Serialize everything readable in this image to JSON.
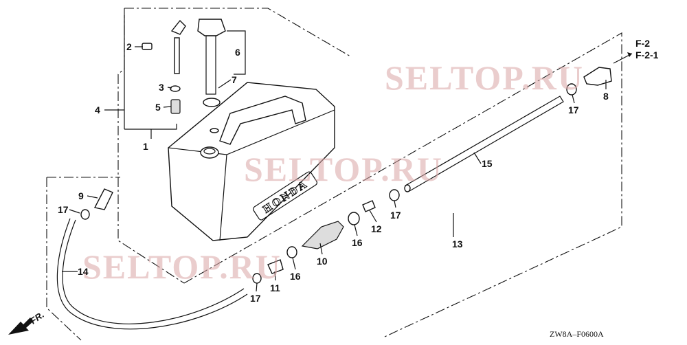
{
  "diagram": {
    "callouts": [
      {
        "id": "1",
        "text": "1"
      },
      {
        "id": "2",
        "text": "2"
      },
      {
        "id": "3",
        "text": "3"
      },
      {
        "id": "4",
        "text": "4"
      },
      {
        "id": "5",
        "text": "5"
      },
      {
        "id": "6",
        "text": "6"
      },
      {
        "id": "7",
        "text": "7"
      },
      {
        "id": "8",
        "text": "8"
      },
      {
        "id": "9",
        "text": "9"
      },
      {
        "id": "10",
        "text": "10"
      },
      {
        "id": "11",
        "text": "11"
      },
      {
        "id": "12",
        "text": "12"
      },
      {
        "id": "13",
        "text": "13"
      },
      {
        "id": "14",
        "text": "14"
      },
      {
        "id": "15",
        "text": "15"
      },
      {
        "id": "16a",
        "text": "16"
      },
      {
        "id": "16b",
        "text": "16"
      },
      {
        "id": "17a",
        "text": "17"
      },
      {
        "id": "17b",
        "text": "17"
      },
      {
        "id": "17c",
        "text": "17"
      },
      {
        "id": "17d",
        "text": "17"
      }
    ],
    "references": [
      "F-2",
      "F-2-1"
    ],
    "front_marker": "FR.",
    "tank_brand": "HONDA",
    "drawing_code": "ZW8A–F0600A",
    "watermark": "SELTOP.RU"
  }
}
